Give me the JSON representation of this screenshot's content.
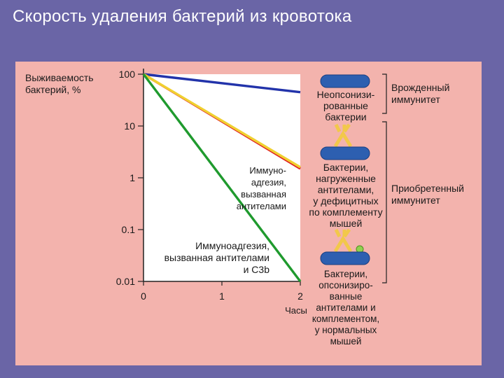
{
  "slide": {
    "title": "Скорость удаления бактерий из кровотока"
  },
  "colors": {
    "slide_background": "#6a65a6",
    "figure_background": "#f3b3ad",
    "plot_background": "#ffffff",
    "bacterium_fill": "#2d5fb0",
    "antibody_fill": "#f2c84a",
    "c3b_fill": "#8fd14f"
  },
  "chart_data": {
    "type": "line",
    "ylabel": "Выживаемость бактерий, %",
    "xlabel": "Часы",
    "x_ticks": [
      "0",
      "1",
      "2"
    ],
    "y_ticks": [
      "100",
      "10",
      "1",
      "0.1",
      "0.01"
    ],
    "y_scale": "log",
    "xlim": [
      0,
      2
    ],
    "ylim": [
      0.01,
      100
    ],
    "grid": false,
    "series": [
      {
        "color": "#2233aa",
        "x": [
          0,
          2
        ],
        "y": [
          100,
          45
        ]
      },
      {
        "color": "#e02020",
        "x": [
          0,
          2
        ],
        "y": [
          100,
          1.5
        ]
      },
      {
        "color": "#f0d030",
        "x": [
          0,
          2
        ],
        "y": [
          100,
          1.6
        ]
      },
      {
        "color": "#1f9a2e",
        "x": [
          0,
          2
        ],
        "y": [
          100,
          0.01
        ]
      }
    ],
    "annotations": [
      {
        "text": [
          "Иммуно-",
          "адгезия,",
          "вызванная",
          "антителами"
        ]
      },
      {
        "text": [
          "Иммуноадгезия,",
          "вызванная антителами",
          "и C3b"
        ]
      }
    ]
  },
  "legend": {
    "bacteria_labels": [
      [
        "Неопсонизи-",
        "рованные",
        "бактерии"
      ],
      [
        "Бактерии,",
        "нагруженные",
        "антителами,",
        "у дефицитных",
        "по комплементу",
        "мышей"
      ],
      [
        "Бактерии,",
        "опсонизиро-",
        "ванные",
        "антителами и",
        "комплементом,",
        "у нормальных",
        "мышей"
      ]
    ],
    "immunity_labels": [
      [
        "Врожденный",
        "иммунитет"
      ],
      [
        "Приобретенный",
        "иммунитет"
      ]
    ]
  }
}
